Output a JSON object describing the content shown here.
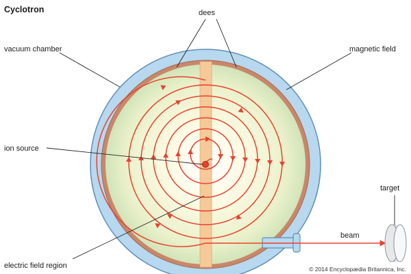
{
  "title": "Cyclotron",
  "labels": {
    "dees": "dees",
    "vacuum_chamber": "vacuum chamber",
    "magnetic_field": "magnetic field",
    "ion_source": "ion source",
    "electric_field_region": "electric field region",
    "beam": "beam",
    "target": "target"
  },
  "credit": "© 2014 Encyclopædia Britannica, Inc.",
  "colors": {
    "outer_ring": "#9ec8e6",
    "outer_ring_stroke": "#5f8fb8",
    "copper_ring": "#c9876a",
    "dee_fill_center": "#fffbe0",
    "dee_fill_edge": "#cfe3b8",
    "gap_strip": "#f6c999",
    "path_arrows": "#e8412e",
    "target": "#dfe3e6"
  }
}
